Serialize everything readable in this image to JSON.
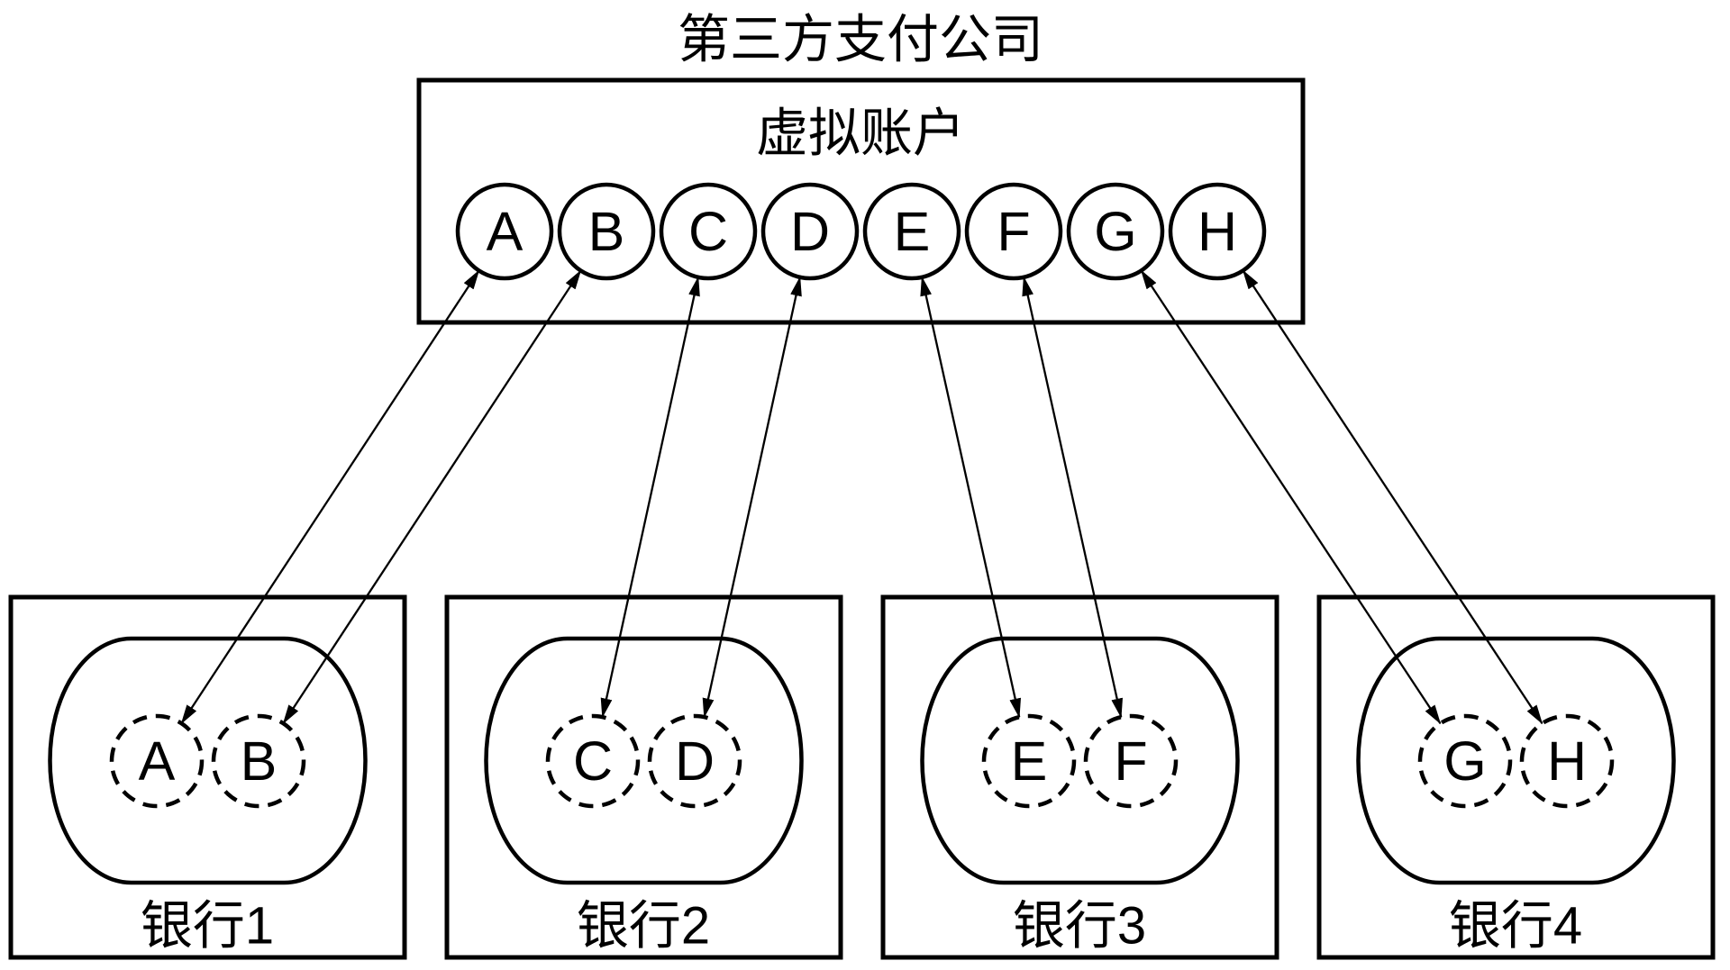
{
  "diagram": {
    "title": "第三方支付公司",
    "virtual_account_box": {
      "label": "虚拟账户",
      "accounts": [
        "A",
        "B",
        "C",
        "D",
        "E",
        "F",
        "G",
        "H"
      ]
    },
    "banks": [
      {
        "name": "银行1",
        "accounts": [
          "A",
          "B"
        ]
      },
      {
        "name": "银行2",
        "accounts": [
          "C",
          "D"
        ]
      },
      {
        "name": "银行3",
        "accounts": [
          "E",
          "F"
        ]
      },
      {
        "name": "银行4",
        "accounts": [
          "G",
          "H"
        ]
      }
    ],
    "connections": [
      {
        "from": "A",
        "to": "银行1-A"
      },
      {
        "from": "B",
        "to": "银行1-B"
      },
      {
        "from": "C",
        "to": "银行2-C"
      },
      {
        "from": "D",
        "to": "银行2-D"
      },
      {
        "from": "E",
        "to": "银行3-E"
      },
      {
        "from": "F",
        "to": "银行3-F"
      },
      {
        "from": "G",
        "to": "银行4-G"
      },
      {
        "from": "H",
        "to": "银行4-H"
      }
    ],
    "colors": {
      "stroke": "#000000",
      "background": "#ffffff"
    }
  }
}
